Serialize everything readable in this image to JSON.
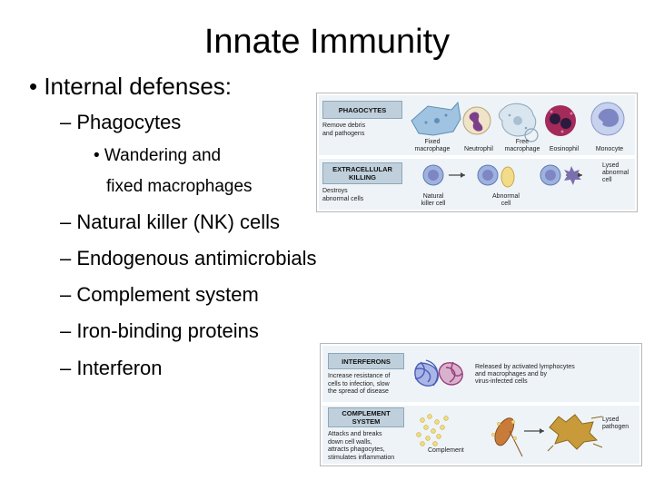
{
  "title": "Innate Immunity",
  "bullets": {
    "l1": "• Internal defenses:",
    "phagocytes": "– Phagocytes",
    "sub_a": "• Wandering and",
    "sub_b": "fixed macrophages",
    "nk": "– Natural killer (NK) cells",
    "endo": "– Endogenous antimicrobials",
    "comp": "– Complement system",
    "iron": "– Iron-binding proteins",
    "ifn": "– Interferon"
  },
  "figure_top": {
    "phagocytes": {
      "header": "PHAGOCYTES",
      "desc": "Remove debris\nand pathogens",
      "labels": {
        "fixed": "Fixed\nmacrophage",
        "neutrophil": "Neutrophil",
        "free": "Free\nmacrophage",
        "eosinophil": "Eosinophil",
        "monocyte": "Monocyte"
      }
    },
    "killing": {
      "header": "EXTRACELLULAR\nKILLING",
      "desc": "Destroys\nabnormal cells",
      "labels": {
        "nk": "Natural\nkiller cell",
        "abnormal": "Abnormal\ncell",
        "lysed": "Lysed\nabnormal\ncell"
      }
    }
  },
  "figure_bottom": {
    "interferons": {
      "header": "INTERFERONS",
      "desc": "Increase resistance of\ncells to infection, slow\nthe spread of disease",
      "note": "Released by activated lymphocytes\nand macrophages and by\nvirus-infected cells"
    },
    "complement": {
      "header": "COMPLEMENT\nSYSTEM",
      "desc": "Attacks and breaks\ndown cell walls,\nattracts phagocytes,\nstimulates inflammation",
      "labels": {
        "complement": "Complement",
        "lysed": "Lysed\npathogen"
      }
    }
  }
}
